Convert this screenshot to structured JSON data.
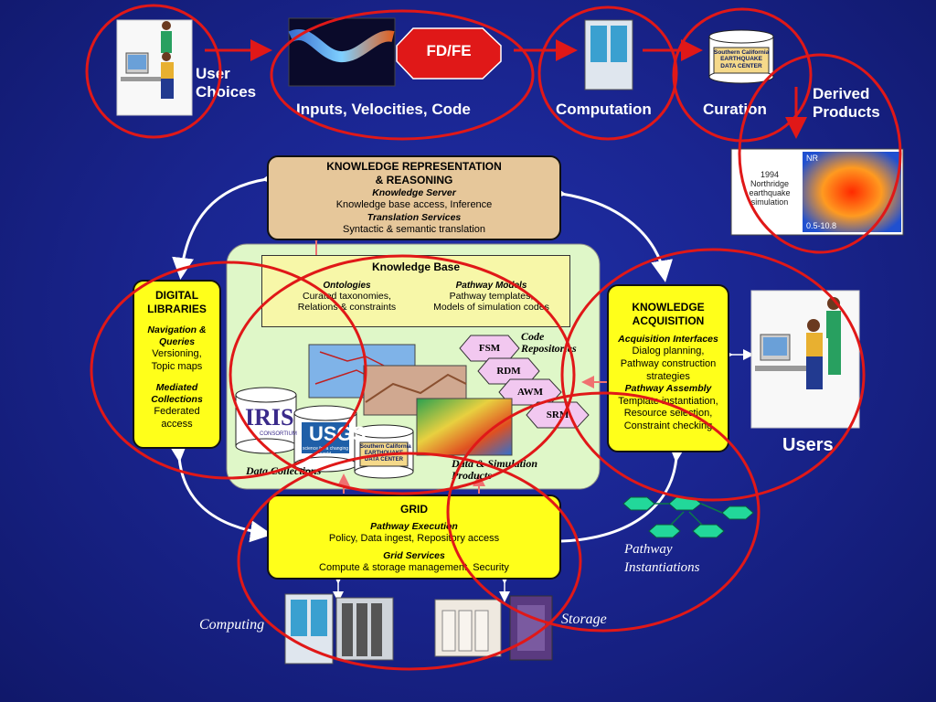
{
  "top": {
    "user_choices": "User\nChoices",
    "fdfe": "FD/FE",
    "inputs": "Inputs, Velocities, Code",
    "computation": "Computation",
    "curation": "Curation",
    "derived": "Derived\nProducts",
    "sim_title": "1994\nNorthridge\nearthquake\nsimulation",
    "sim_nr": "NR",
    "sim_range": "0.5-10.8",
    "scec_can": "Southern California\nEARTHQUAKE\nDATA CENTER"
  },
  "krr": {
    "title": "KNOWLEDGE REPRESENTATION\n& REASONING",
    "server": "Knowledge Server",
    "server_desc": "Knowledge base access, Inference",
    "trans": "Translation Services",
    "trans_desc": "Syntactic & semantic translation"
  },
  "kb": {
    "title": "Knowledge Base",
    "ont": "Ontologies",
    "ont_desc": "Curated taxonomies,\nRelations & constraints",
    "pm": "Pathway Models",
    "pm_desc": "Pathway templates,\nModels of simulation codes"
  },
  "dl": {
    "title": "DIGITAL\nLIBRARIES",
    "nav": "Navigation &\nQueries",
    "nav_desc": "Versioning,\nTopic maps",
    "mc": "Mediated\nCollections",
    "mc_desc": "Federated\naccess"
  },
  "ka": {
    "title": "KNOWLEDGE\nACQUISITION",
    "ai": "Acquisition Interfaces",
    "ai_desc": "Dialog planning,\nPathway construction\nstrategies",
    "pa": "Pathway Assembly",
    "pa_desc": "Template instantiation,\nResource selection,\nConstraint checking"
  },
  "grid": {
    "title": "GRID",
    "pe": "Pathway Execution",
    "pe_desc": "Policy, Data ingest, Repository access",
    "gs": "Grid Services",
    "gs_desc": "Compute & storage management, Security"
  },
  "center": {
    "code_repos": "Code\nRepositories",
    "codes": [
      "FSM",
      "RDM",
      "AWM",
      "SRM"
    ],
    "data_collections": "Data Collections",
    "data_products": "Data & Simulation\nProducts",
    "iris": "IRIS",
    "iris_sub": "CONSORTIUM",
    "usgs": "USGS",
    "usgs_sub": "science for a changing world",
    "scec": "Southern California\nEARTHQUAKE\nDATA CENTER"
  },
  "bottom": {
    "users": "Users",
    "pathway_inst": "Pathway\nInstantiations",
    "computing": "Computing",
    "storage": "Storage"
  },
  "colors": {
    "background": "#1a2590",
    "accent_red": "#e01818",
    "box_yellow": "#ffff1a",
    "box_tan": "#e6c79a",
    "kb_green": "#dff7c8"
  }
}
